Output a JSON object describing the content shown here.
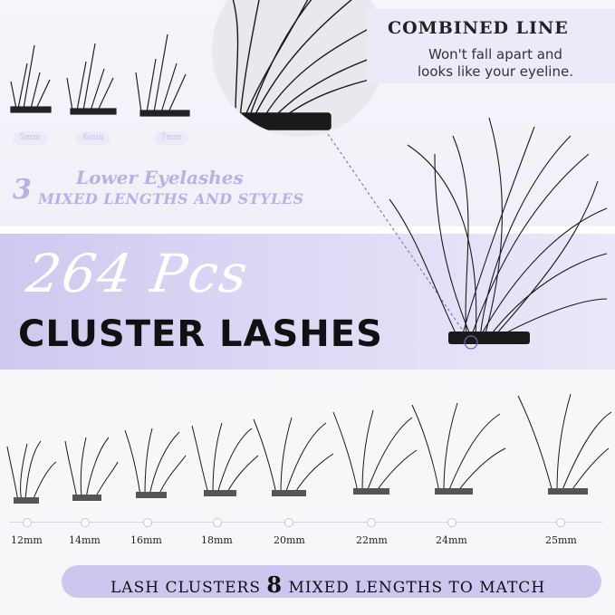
{
  "combined": {
    "title": "COMBINED LINE",
    "description": "Won't fall apart and looks like your eyeline."
  },
  "lower": {
    "number": "3",
    "title": "Lower Eyelashes",
    "subtitle": "MIXED LENGTHS AND STYLES",
    "sizes": [
      "5mm",
      "6mm",
      "7mm"
    ]
  },
  "hero": {
    "count_text": "264 Pcs",
    "product_text": "CLUSTER LASHES"
  },
  "lengths": [
    "12mm",
    "14mm",
    "16mm",
    "18mm",
    "20mm",
    "22mm",
    "24mm",
    "25mm"
  ],
  "bottom_bar": {
    "prefix": "LASH CLUSTERS",
    "number": "8",
    "suffix": "MIXED LENGTHS TO MATCH"
  },
  "colors": {
    "accent": "#cec6ee",
    "text_dark": "#111111",
    "light_text": "#b9b0e8"
  }
}
